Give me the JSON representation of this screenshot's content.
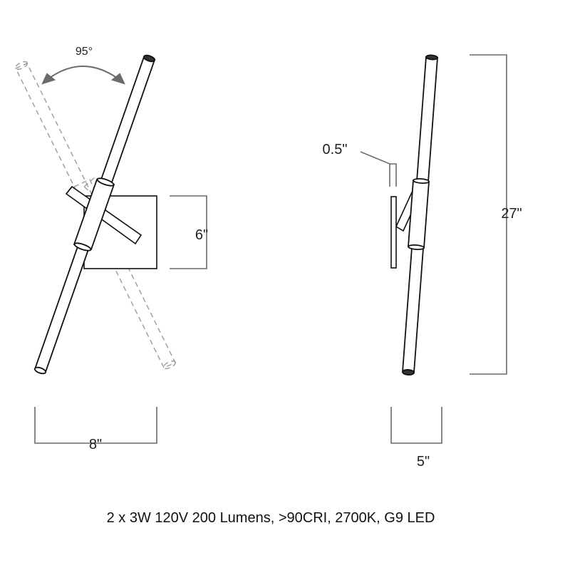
{
  "front_view": {
    "rotation_label": "95°",
    "height_label": "6\"",
    "width_label": "8\""
  },
  "side_view": {
    "depth_label": "0.5\"",
    "height_label": "27\"",
    "width_label": "5\""
  },
  "specs": "2 x 3W 120V 200 Lumens, >90CRI, 2700K, G9 LED",
  "colors": {
    "line": "#111111",
    "dimension": "#6b6b6b",
    "ghost": "#9a9a9a"
  }
}
